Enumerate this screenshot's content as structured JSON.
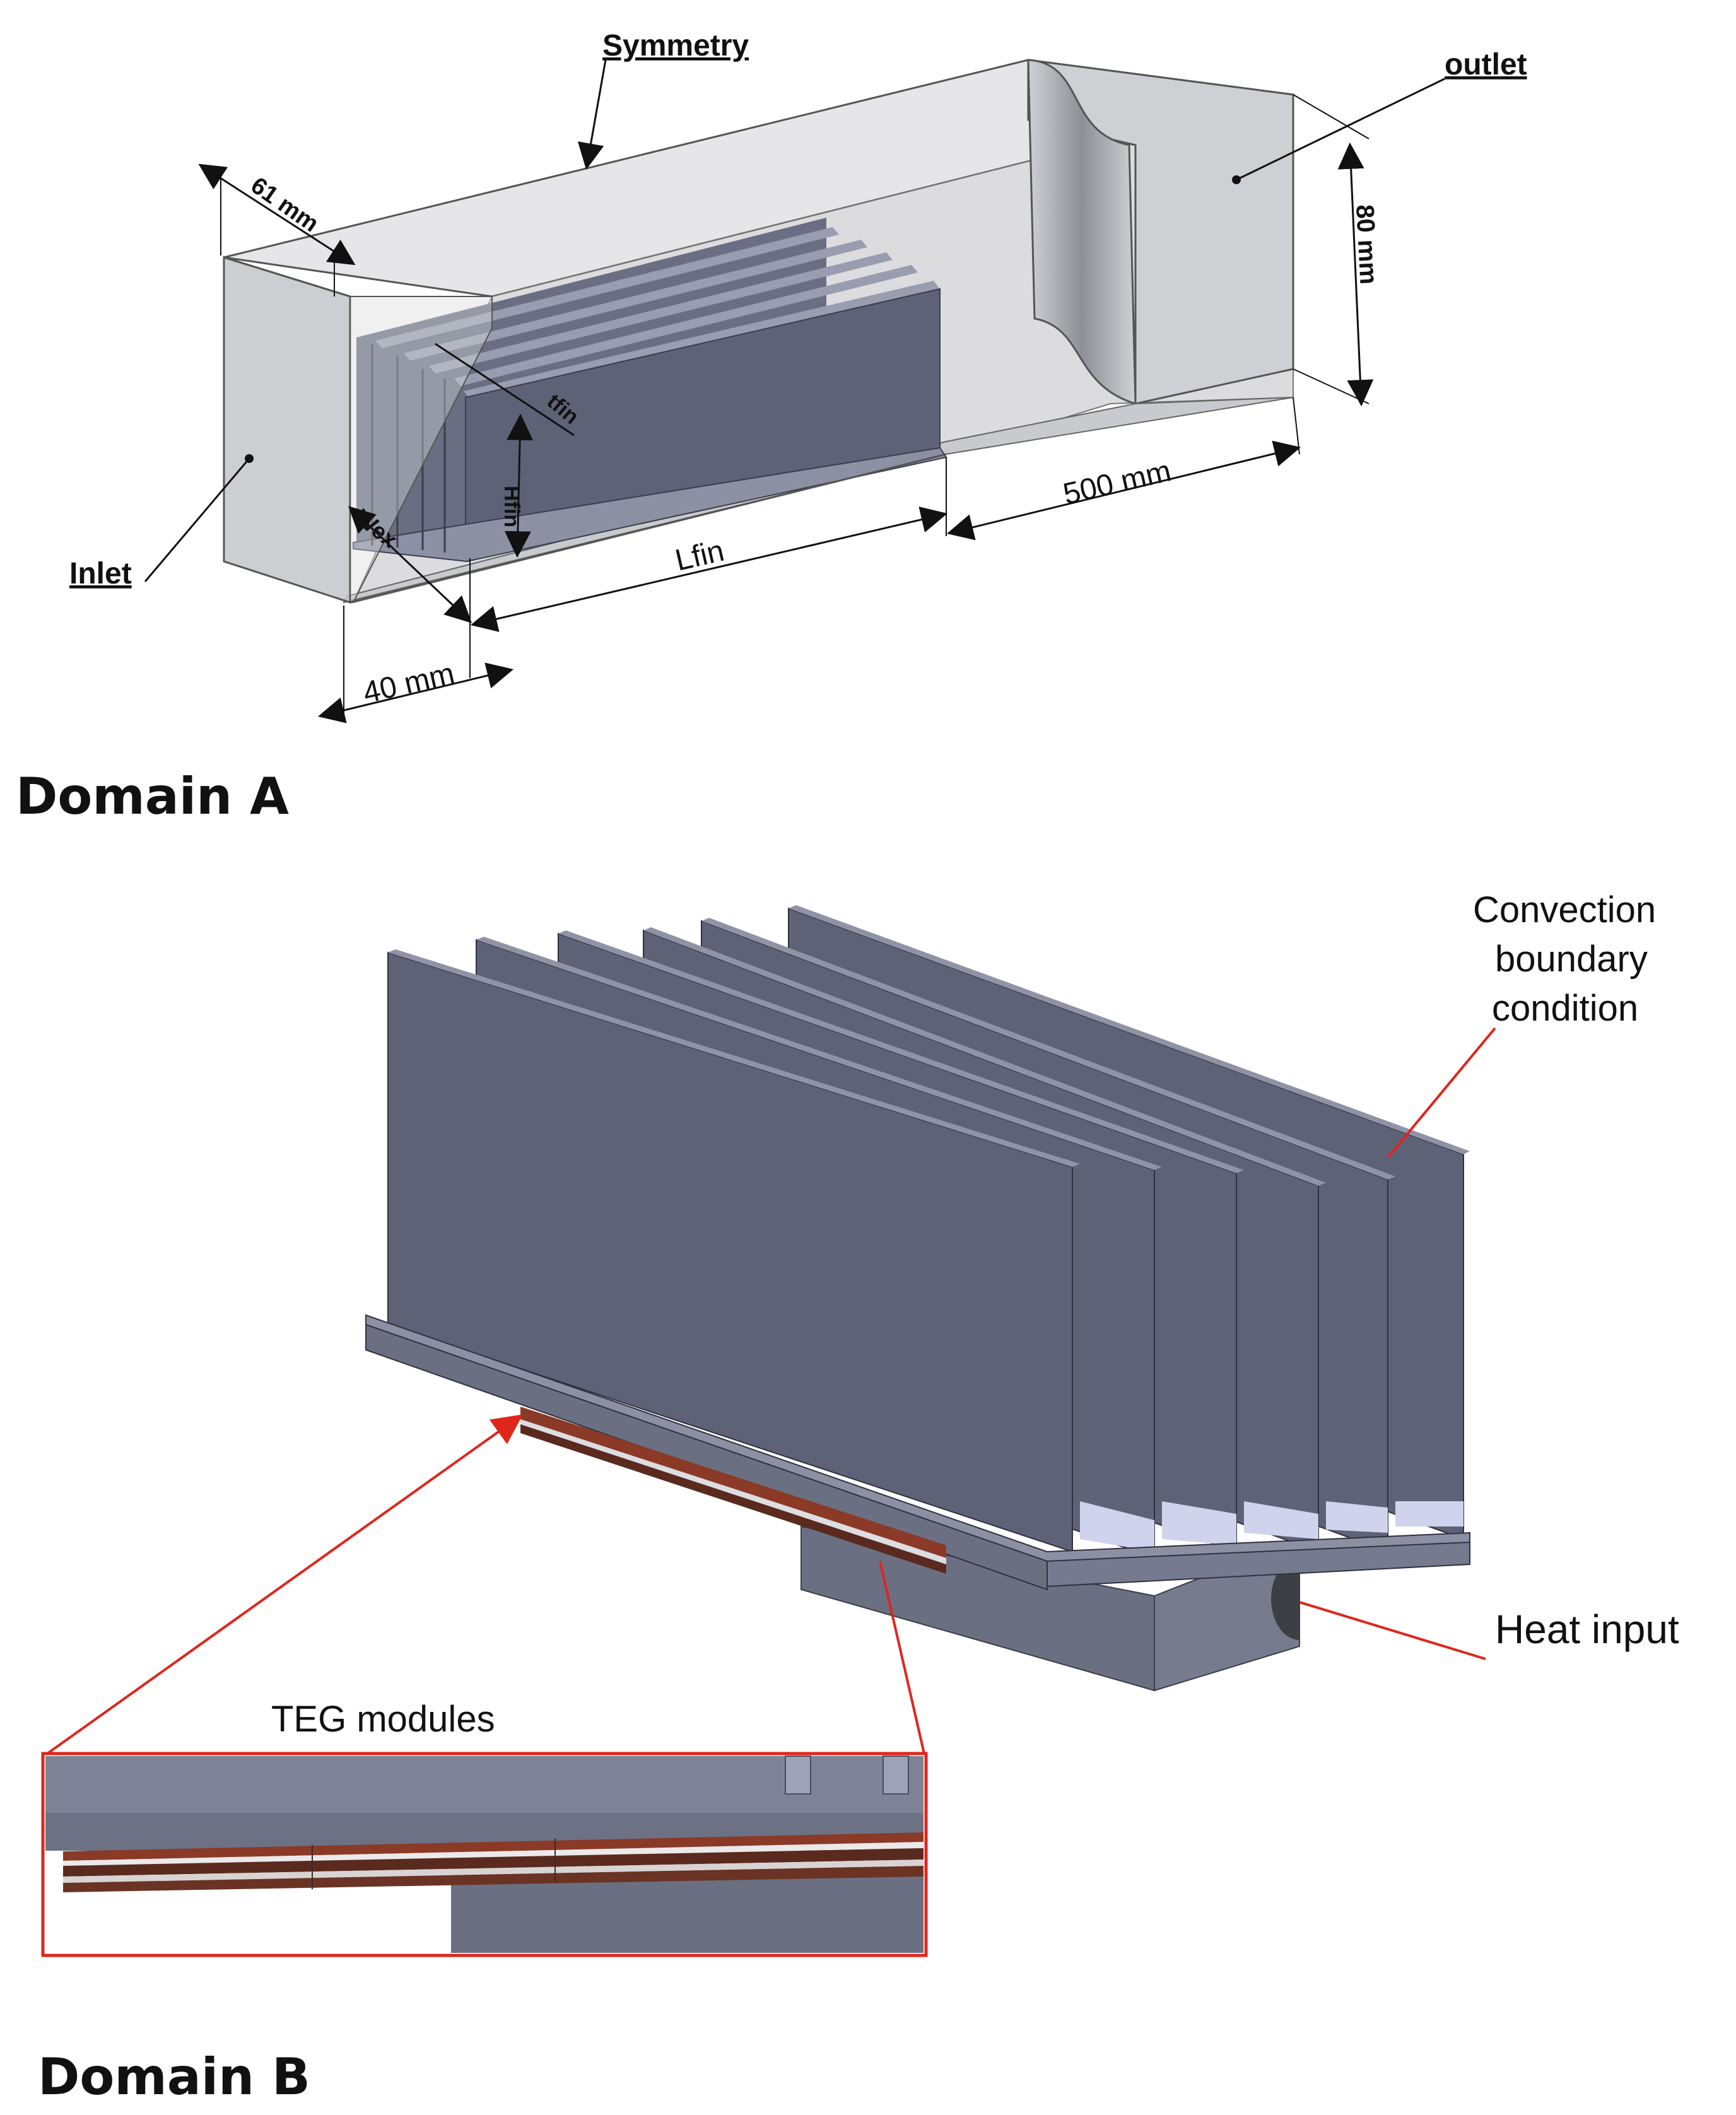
{
  "domain_a": {
    "heading": "Domain A",
    "labels": {
      "symmetry": "Symmetry",
      "outlet": "outlet",
      "inlet": "Inlet",
      "width_61": "61 mm",
      "height_80": "80 mm",
      "tfin": "tfin",
      "hfin": "Hfin",
      "wex": "Wex",
      "lfin": "Lfin",
      "len_500": "500 mm",
      "len_40": "40 mm"
    }
  },
  "domain_b": {
    "heading": "Domain B",
    "labels": {
      "convection_line1": "Convection",
      "convection_line2": "boundary",
      "convection_line3": "condition",
      "heat_input": "Heat input",
      "teg_modules": "TEG modules"
    }
  },
  "colors": {
    "fin_face": "#5e6276",
    "fin_top": "#8d90a3",
    "fin_edge": "#3a3d4c",
    "duct": "#d2d3d6",
    "callout_red": "#e0251b",
    "teg_copper": "#8a3a26"
  }
}
